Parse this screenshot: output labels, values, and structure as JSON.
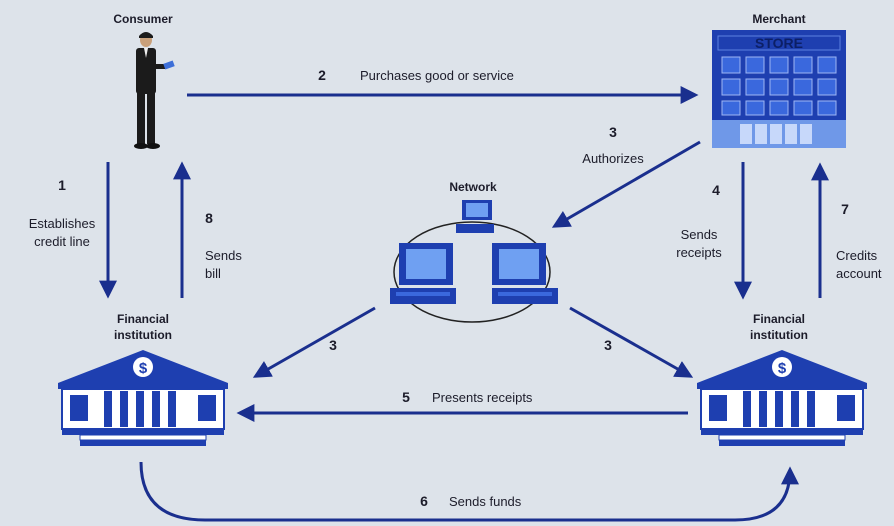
{
  "colors": {
    "background": "#dde3ea",
    "arrow": "#1a2f8e",
    "building": "#1e3fb0",
    "building_light": "#ffffff",
    "store_window": "#2a56c9",
    "person": "#1b1b1b"
  },
  "nodes": {
    "consumer": {
      "title": "Consumer",
      "icon": "person-icon"
    },
    "merchant": {
      "title": "Merchant",
      "sign": "STORE",
      "icon": "store-icon"
    },
    "network": {
      "title": "Network",
      "icon": "network-computers-icon"
    },
    "bank_left": {
      "title_line1": "Financial",
      "title_line2": "institution",
      "symbol": "$",
      "icon": "bank-icon"
    },
    "bank_right": {
      "title_line1": "Financial",
      "title_line2": "institution",
      "symbol": "$",
      "icon": "bank-icon"
    }
  },
  "flows": {
    "f1": {
      "number": "1",
      "line1": "Establishes",
      "line2": "credit line"
    },
    "f2": {
      "number": "2",
      "label": "Purchases good or service"
    },
    "f3_merchant": {
      "number": "3",
      "label": "Authorizes"
    },
    "f3_left": {
      "number": "3"
    },
    "f3_right": {
      "number": "3"
    },
    "f4": {
      "number": "4",
      "line1": "Sends",
      "line2": "receipts"
    },
    "f5": {
      "number": "5",
      "label": "Presents receipts"
    },
    "f6": {
      "number": "6",
      "label": "Sends funds"
    },
    "f7": {
      "number": "7",
      "line1": "Credits",
      "line2": "account"
    },
    "f8": {
      "number": "8",
      "line1": "Sends",
      "line2": "bill"
    }
  }
}
